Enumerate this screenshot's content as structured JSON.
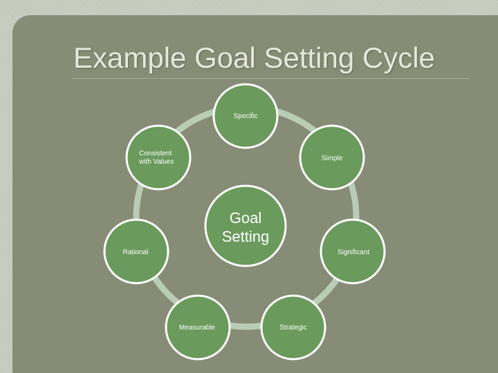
{
  "slide": {
    "title": "Example Goal Setting Cycle"
  },
  "diagram": {
    "center": {
      "line1": "Goal",
      "line2": "Setting"
    },
    "nodes": {
      "specific": "Specific",
      "consistent_line1": "Consistent",
      "consistent_line2": "with Values",
      "simple": "Simple",
      "rational": "Rational",
      "significant": "Significant",
      "measurable": "Measurable",
      "strategic": "Strategic"
    },
    "colors": {
      "node_fill": "#6a9a5c",
      "node_border": "#ffffff",
      "ring": "#b9cdb6",
      "slide_bg": "#868c76",
      "title_text": "#e6e8dc"
    }
  }
}
